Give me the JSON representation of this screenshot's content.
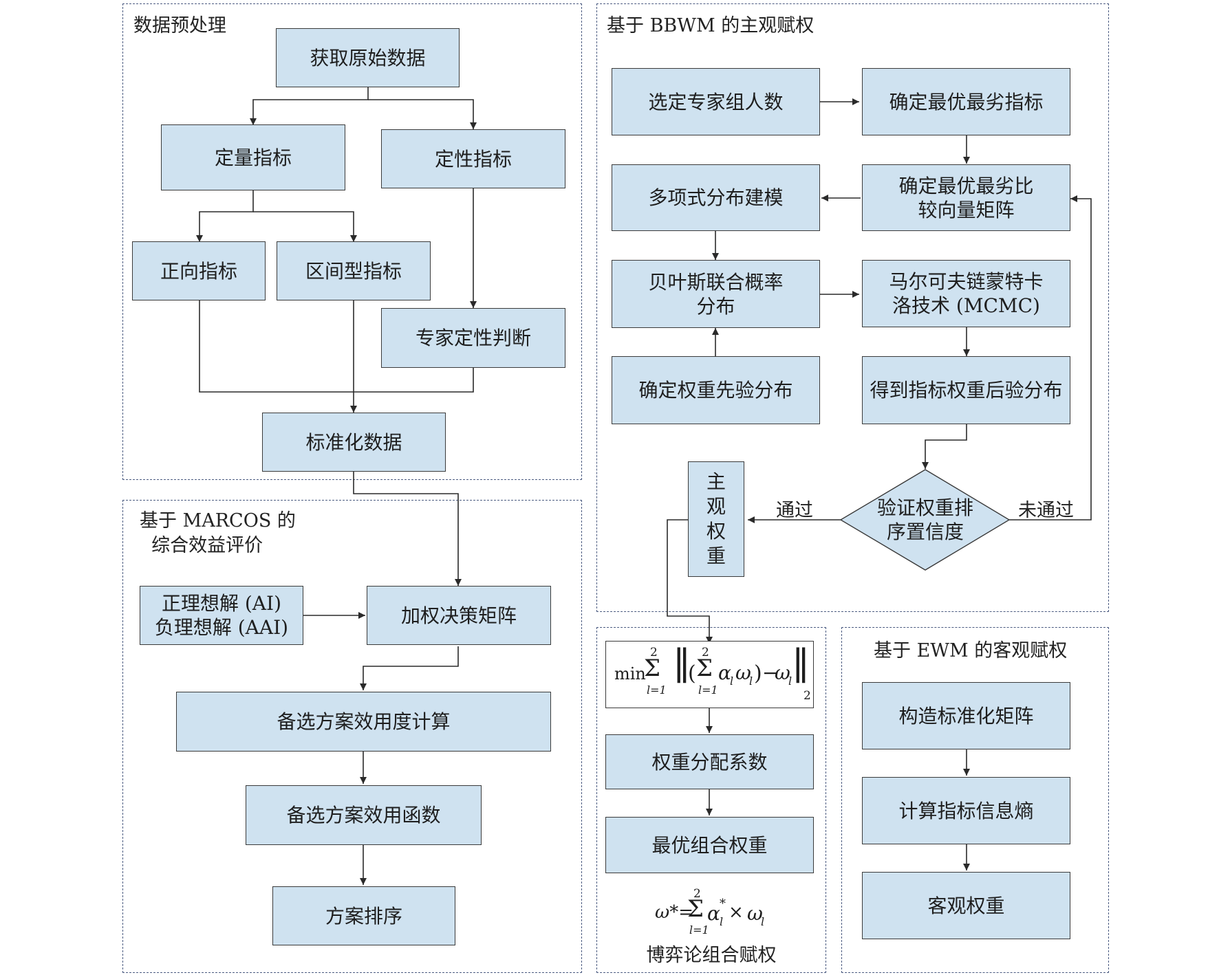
{
  "panels": {
    "preprocess": {
      "title": "数据预处理"
    },
    "bbwm": {
      "title": "基于 BBWM 的主观赋权"
    },
    "marcos": {
      "title": "基于 MARCOS 的\n  综合效益评价"
    },
    "game": {
      "caption": "博弈论组合赋权"
    },
    "ewm": {
      "title": "基于 EWM 的客观赋权"
    }
  },
  "nodes": {
    "get_raw": "获取原始数据",
    "quant": "定量指标",
    "qual": "定性指标",
    "positive": "正向指标",
    "interval": "区间型指标",
    "expert_judge": "专家定性判断",
    "standardize": "标准化数据",
    "choose_experts": "选定专家组人数",
    "best_worst": "确定最优最劣指标",
    "multinomial": "多项式分布建模",
    "bw_vectors": "确定最优最劣比\n较向量矩阵",
    "bayes_joint": "贝叶斯联合概率\n分布",
    "mcmc": "马尔可夫链蒙特卡\n洛技术 (MCMC)",
    "prior": "确定权重先验分布",
    "posterior": "得到指标权重后验分布",
    "verify": "验证权重排\n序置信度",
    "subjective_weight": "主\n观\n权\n重",
    "ideal_solutions": "正理想解 (AI)\n负理想解 (AAI)",
    "weighted_matrix": "加权决策矩阵",
    "utility_degree": "备选方案效用度计算",
    "utility_function": "备选方案效用函数",
    "ranking": "方案排序",
    "weight_coef": "权重分配系数",
    "optimal_weight": "最优组合权重",
    "std_matrix": "构造标准化矩阵",
    "entropy": "计算指标信息熵",
    "objective_weight": "客观权重"
  },
  "edge_labels": {
    "pass": "通过",
    "fail": "未通过"
  },
  "formulas": {
    "objective": {
      "min": "min",
      "sum_upper": "2",
      "sum_lower": "l=1",
      "inner_upper": "2",
      "inner_lower": "l=1",
      "alpha": "α",
      "omega": "ω",
      "sub_l": "l",
      "norm_sub": "2"
    },
    "combined": {
      "lhs": "ω*=",
      "sum_upper": "2",
      "sum_lower": "l=1",
      "alpha": "α",
      "alpha_sup": "*",
      "times": "×",
      "omega": "ω",
      "sub_l": "l"
    }
  },
  "colors": {
    "box_fill": "#cfe2f0",
    "box_stroke": "#3a3a3a",
    "panel_dash": "#4a5a80"
  }
}
